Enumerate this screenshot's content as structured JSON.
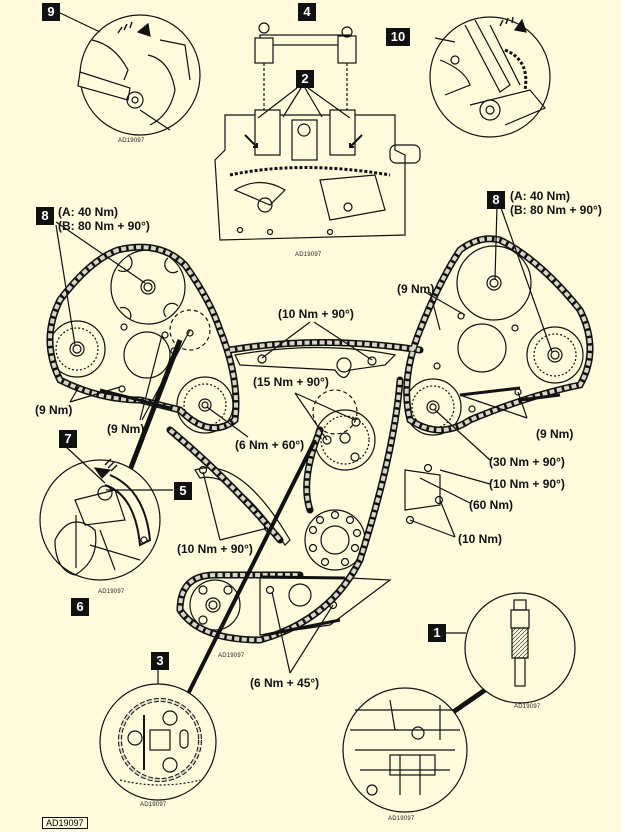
{
  "diagram": {
    "title": "Timing chain installation and torque specifications",
    "colors": {
      "background": "#fdfbdc",
      "line": "#111111",
      "chain_link": "#d8d6c4",
      "callout_bg": "#111111",
      "callout_fg": "#ffffff"
    },
    "callouts": [
      {
        "id": "c9",
        "label": "9"
      },
      {
        "id": "c4",
        "label": "4"
      },
      {
        "id": "c10",
        "label": "10"
      },
      {
        "id": "c2",
        "label": "2"
      },
      {
        "id": "c8_left",
        "label": "8"
      },
      {
        "id": "c8_right",
        "label": "8"
      },
      {
        "id": "c7",
        "label": "7"
      },
      {
        "id": "c5",
        "label": "5"
      },
      {
        "id": "c6",
        "label": "6"
      },
      {
        "id": "c3",
        "label": "3"
      },
      {
        "id": "c1",
        "label": "1"
      }
    ],
    "torque_labels": {
      "left_cam_a": "(A: 40 Nm)",
      "left_cam_b": "(B: 80 Nm + 90°)",
      "right_cam_a": "(A: 40 Nm)",
      "right_cam_b": "(B: 80 Nm + 90°)",
      "upper_guide": "(10 Nm + 90°)",
      "right_upper_9": "(9 Nm)",
      "left_9": "(9 Nm)",
      "left_center_9": "(9 Nm)",
      "right_lower_9": "(9 Nm)",
      "left_idler": "(6 Nm + 60°)",
      "center_sprocket": "(15 Nm + 90°)",
      "right_idler": "(30 Nm + 90°)",
      "tensioner_bolt": "(10 Nm + 90°)",
      "tensioner_60": "(60 Nm)",
      "tensioner_10": "(10 Nm)",
      "left_guide": "(10 Nm + 90°)",
      "lower_guide": "(6 Nm + 45°)"
    },
    "reference_codes": {
      "inset9": "AD19097",
      "head": "AD19097",
      "inset7": "AD19097",
      "lower_chain": "AD19097",
      "inset3": "AD19097",
      "tool1": "AD19097",
      "block": "AD19097",
      "footer": "AD19097"
    }
  }
}
